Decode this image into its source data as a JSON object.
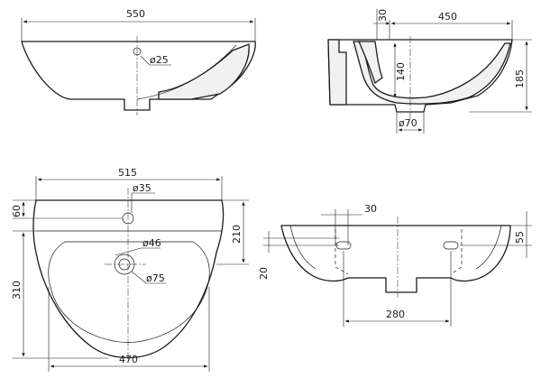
{
  "views": {
    "top": {
      "width": "550",
      "drain_hole": "ø25"
    },
    "side": {
      "overflow_offset": "30",
      "depth": "450",
      "bowl_depth": "140",
      "height": "185",
      "drain_outlet": "ø70"
    },
    "front": {
      "width": "515",
      "tap_hole": "ø35",
      "tap_offset": "60",
      "rim_to_wall": "210",
      "overflow_hole": "ø46",
      "drain_hole": "ø75",
      "bowl_depth": "310",
      "bottom_width": "470"
    },
    "back": {
      "bracket_spacing_offset": "30",
      "bracket_height": "55",
      "bracket_drop": "20",
      "bracket_distance": "280"
    }
  }
}
